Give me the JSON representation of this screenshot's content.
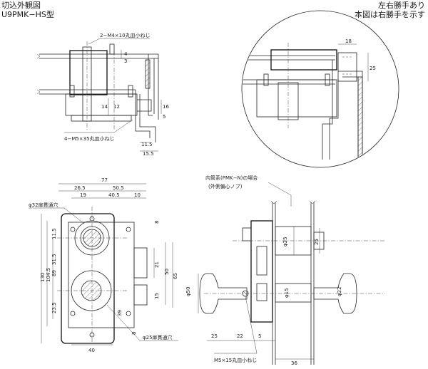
{
  "header": {
    "title": "切込外観図",
    "subtitle": "U9PMK−HS型",
    "note_line1": "左右勝手あり",
    "note_line2": "本図は右勝手を示す"
  },
  "callouts": {
    "top_screw": "2−M4×10丸皿小ねじ",
    "bottom_screw": "4−M5×35丸皿小ねじ",
    "hole32": "φ32扉貫通穴",
    "hole25": "φ25扉貫通穴",
    "inner_case": "内筒系(PMK−N)の場合",
    "inner_case_sub": "(外側偏心ノブ)",
    "screw_m5x15": "M5×15丸皿小ねじ"
  },
  "dims_top": {
    "d4": "4",
    "d3": "3",
    "d14": "14",
    "d12": "12",
    "d16": "16",
    "d5": "5",
    "d11_5": "11.5",
    "d15_5": "15.5"
  },
  "dims_detail": {
    "d18": "18",
    "d25": "25"
  },
  "dims_front": {
    "d77": "77",
    "d26_5": "26.5",
    "d50_5": "50.5",
    "d19": "19",
    "d40_5": "40.5",
    "d10": "10",
    "d11_5": "11.5",
    "d31_5": "31.5",
    "d130": "130",
    "d104_5": "104.5",
    "d89": "89",
    "d23_5": "23.5",
    "d8a": "8",
    "d8b": "8",
    "d21": "21",
    "d15": "15",
    "d50": "50",
    "d65": "65",
    "d39": "39",
    "d40": "40"
  },
  "dims_side": {
    "d36": "36",
    "d25": "25",
    "d22": "22",
    "d5": "5",
    "d25b": "25",
    "phi25": "φ25",
    "phi50": "φ50",
    "phi15": "φ15",
    "phi22": "φ22"
  }
}
